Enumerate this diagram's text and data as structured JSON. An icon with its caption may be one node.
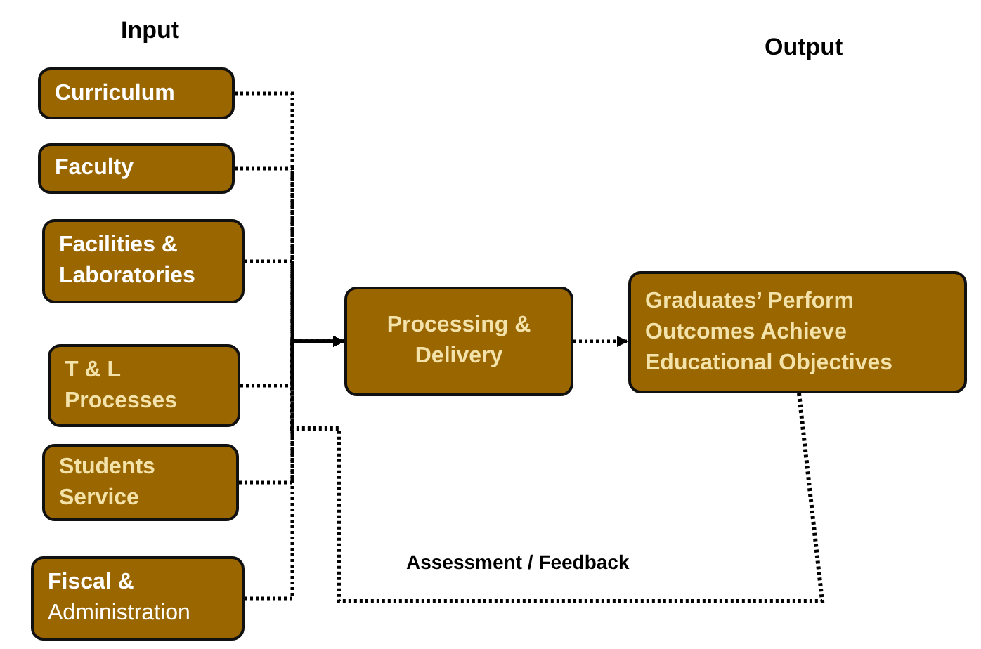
{
  "diagram": {
    "nodes": [
      {
        "text": [
          "Curriculum"
        ]
      },
      {
        "text": [
          "Faculty"
        ]
      },
      {
        "text": [
          "Facilities & Laboratories"
        ]
      },
      {
        "text": [
          "T & L Processes"
        ]
      },
      {
        "text": [
          "Students Service"
        ]
      },
      {
        "text": [
          "**Fiscal &** Administration"
        ]
      },
      {
        "text": [
          "Processing & Delivery"
        ]
      },
      {
        "text": [
          "Graduates’ Perform Outcomes Achieve Educational Objectives"
        ]
      }
    ],
    "edges": [
      {
        "from": 0,
        "to": 6,
        "arrow": "to",
        "style": "dashed"
      },
      {
        "from": 1,
        "to": 6,
        "arrow": "to",
        "style": "dashed"
      },
      {
        "from": 2,
        "to": 6,
        "arrow": "to",
        "style": "dashed"
      },
      {
        "from": 3,
        "to": 6,
        "arrow": "to",
        "style": "dashed"
      },
      {
        "from": 4,
        "to": 6,
        "arrow": "to",
        "style": "dashed"
      },
      {
        "from": 5,
        "to": 6,
        "arrow": "to",
        "style": "dashed"
      },
      {
        "from": 6,
        "to": 7,
        "arrow": "to",
        "style": "dashed"
      },
      {
        "from": 7,
        "to": 6,
        "arrow": "to",
        "style": "dashed",
        "label": "Assessment / Feedback"
      }
    ],
    "labels": [
      "Input",
      "Output"
    ]
  }
}
